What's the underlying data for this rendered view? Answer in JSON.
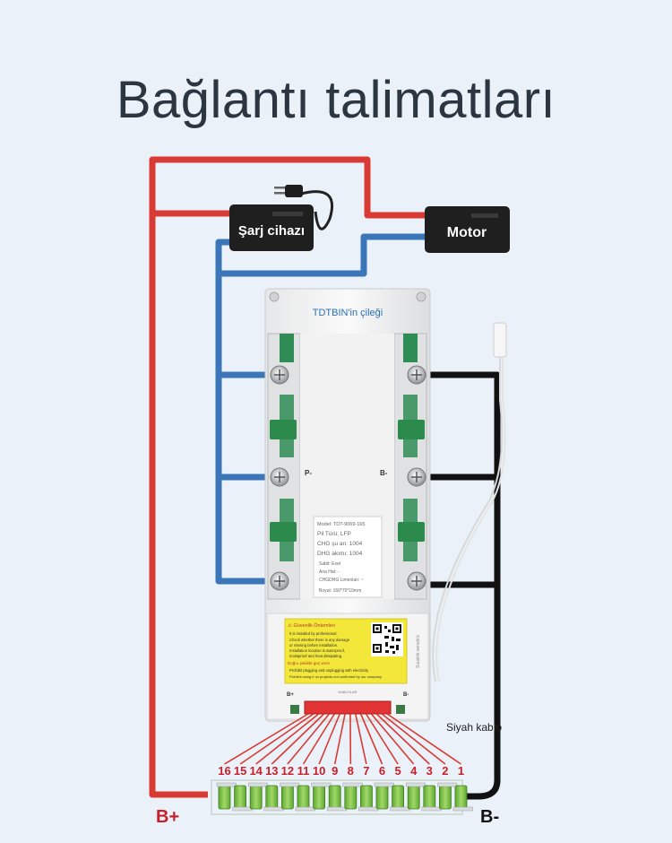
{
  "title": "Bağlantı talimatları",
  "devices": {
    "charger": "Şarj cihazı",
    "motor": "Motor"
  },
  "board": {
    "brand": "TDTBIN'in çileği",
    "p_label": "P-",
    "bminus_label": "B-",
    "label_lines": [
      "Model: TDT-9069-165",
      "Pil Türü: LFP",
      "CHG şu an: 1004",
      "DHG akımı: 1004",
      "Sabit: Evet",
      "Ana Hat: -",
      "CHGDHG Limenları: ~",
      "Boyut: 160*70*10mm"
    ],
    "warning_title": "⚠ Güvenlik Önlemleri",
    "warning_lines": [
      "It is installed by professional",
      "Check whether there is any damage",
      "or missing before installation.",
      "Installation location is waterproof,",
      "moistproof and heat dissipating.",
      "Doğru şekilde güç verin",
      "Prohibit plugging and unplugging with electricity",
      "Prohibit using it on projects not confirmed by our company"
    ],
    "sensor_label": "Sıcaklık sensörü",
    "bplus_small": "B+",
    "bminus_small": "B-",
    "cable_label": "KABLOLAR"
  },
  "black_cable_label": "Siyah kablo",
  "terminals": {
    "bplus": "B+",
    "bminus": "B-"
  },
  "cells": [
    "16",
    "15",
    "14",
    "13",
    "12",
    "11",
    "10",
    "9",
    "8",
    "7",
    "6",
    "5",
    "4",
    "3",
    "2",
    "1"
  ],
  "colors": {
    "red": "#d93a33",
    "blue": "#3b76b8",
    "black": "#111111",
    "cell_green": "#7cc242",
    "label_red": "#c8202a"
  }
}
